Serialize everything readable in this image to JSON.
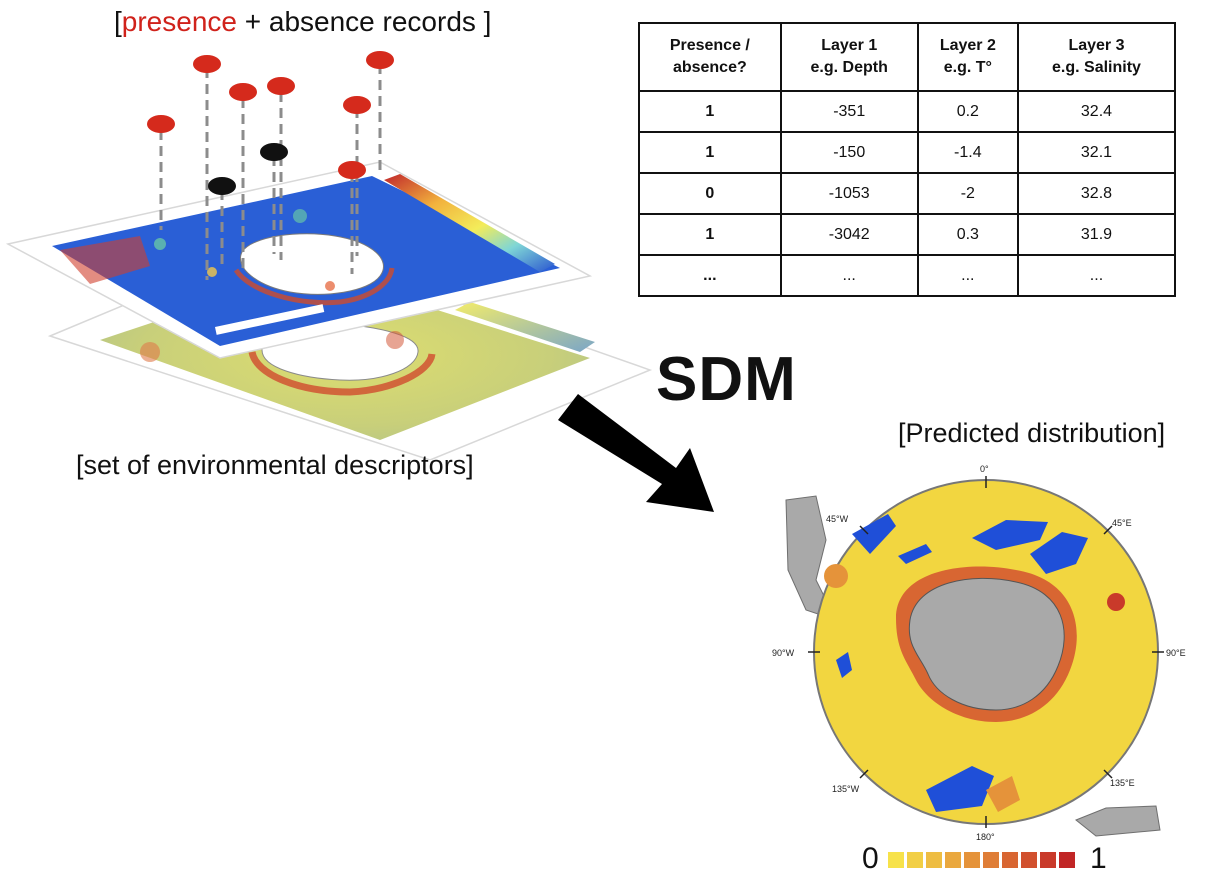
{
  "top_title": {
    "open": "[",
    "presence": "presence",
    "rest": " + absence records ]"
  },
  "env_caption": "[set of environmental descriptors]",
  "sdm_label": "SDM",
  "pred_caption": "[Predicted distribution]",
  "table": {
    "headers": [
      [
        "Presence /",
        "absence?"
      ],
      [
        "Layer 1",
        "e.g. Depth"
      ],
      [
        "Layer 2",
        "e.g. T°"
      ],
      [
        "Layer 3",
        "e.g. Salinity"
      ]
    ],
    "rows": [
      [
        "1",
        "-351",
        "0.2",
        "32.4"
      ],
      [
        "1",
        "-150",
        "-1.4",
        "32.1"
      ],
      [
        "0",
        "-1053",
        "-2",
        "32.8"
      ],
      [
        "1",
        "-3042",
        "0.3",
        "31.9"
      ],
      [
        "...",
        "...",
        "...",
        "..."
      ]
    ]
  },
  "map_ticks": {
    "top": "0°",
    "nw": "45°W",
    "ne": "45°E",
    "w": "90°W",
    "e": "90°E",
    "sw": "135°W",
    "se": "135°E",
    "bottom": "180°"
  },
  "legend": {
    "min": "0",
    "max": "1",
    "colors": [
      "#f7e24a",
      "#f2cf45",
      "#eebd42",
      "#eaa83e",
      "#e5933a",
      "#df7d36",
      "#d86632",
      "#d1502e",
      "#c93a2a",
      "#c12626"
    ]
  },
  "colors": {
    "presence_marker": "#d52a1c",
    "absence_marker": "#111111",
    "title_red": "#d0221b",
    "ocean_top_layer": "#2a5fd6",
    "prediction_fill": "#f2d640",
    "unsuitable": "#1f4fd8",
    "land": "#a9a9a9"
  }
}
